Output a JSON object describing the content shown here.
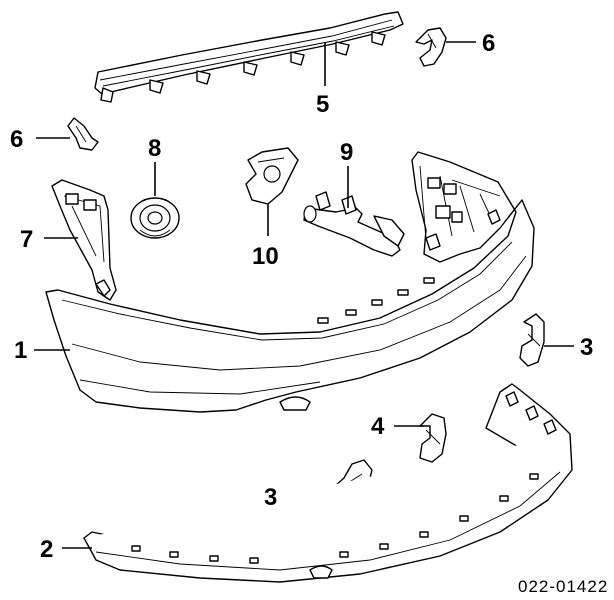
{
  "diagram": {
    "callouts": {
      "c1": "1",
      "c2": "2",
      "c3a": "3",
      "c3b": "3",
      "c4": "4",
      "c5": "5",
      "c6a": "6",
      "c6b": "6",
      "c7": "7",
      "c8": "8",
      "c9": "9",
      "c10": "10"
    },
    "part_number": "022-01422"
  }
}
